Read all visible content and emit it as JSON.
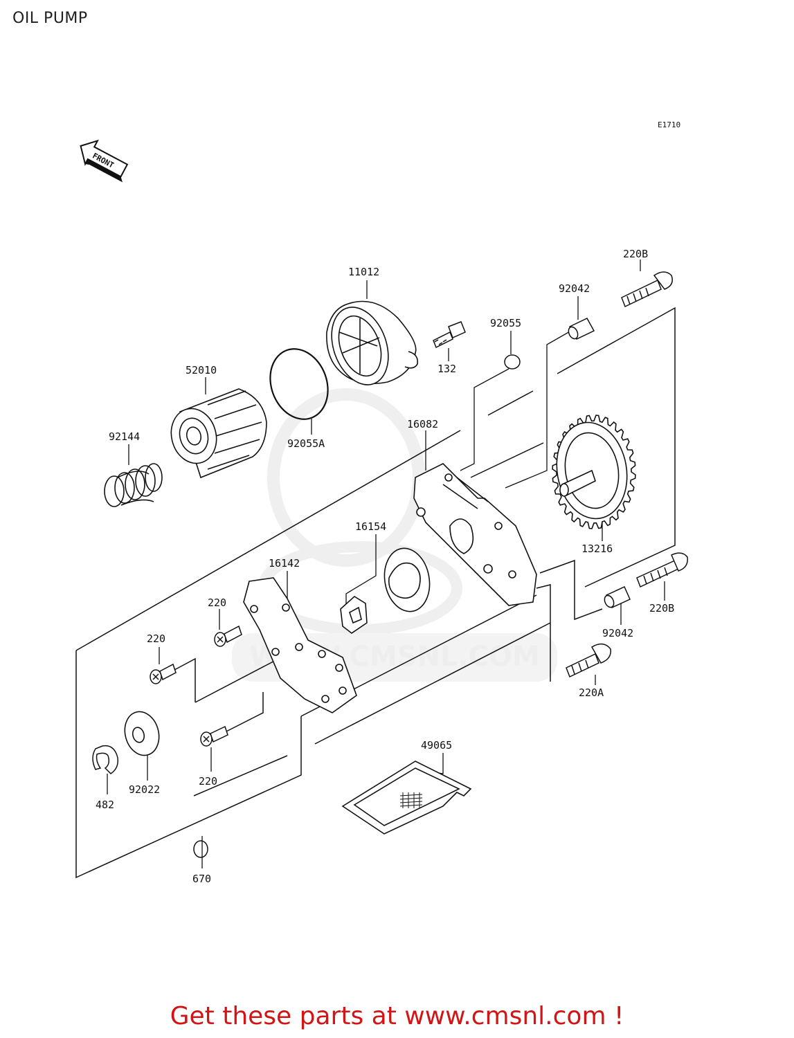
{
  "page": {
    "title": "OIL PUMP",
    "diagram_code": "E1710"
  },
  "front_badge": "FRONT",
  "watermark": "WWW.CMSNL.COM",
  "parts": [
    {
      "id": "11012",
      "label": "11012"
    },
    {
      "id": "52010",
      "label": "52010"
    },
    {
      "id": "92055A",
      "label": "92055A"
    },
    {
      "id": "92144",
      "label": "92144"
    },
    {
      "id": "132",
      "label": "132"
    },
    {
      "id": "92055",
      "label": "92055"
    },
    {
      "id": "92042-top",
      "label": "92042"
    },
    {
      "id": "220B-top",
      "label": "220B"
    },
    {
      "id": "16082",
      "label": "16082"
    },
    {
      "id": "13216",
      "label": "13216"
    },
    {
      "id": "16154",
      "label": "16154"
    },
    {
      "id": "16142",
      "label": "16142"
    },
    {
      "id": "220-a",
      "label": "220"
    },
    {
      "id": "220-b",
      "label": "220"
    },
    {
      "id": "220-c",
      "label": "220"
    },
    {
      "id": "220B-bottom",
      "label": "220B"
    },
    {
      "id": "92042-bottom",
      "label": "92042"
    },
    {
      "id": "220A",
      "label": "220A"
    },
    {
      "id": "49065",
      "label": "49065"
    },
    {
      "id": "482",
      "label": "482"
    },
    {
      "id": "92022",
      "label": "92022"
    },
    {
      "id": "670",
      "label": "670"
    }
  ],
  "footer": {
    "text": "Get these parts at www.cmsnl.com !"
  },
  "colors": {
    "ink": "#111111",
    "footer": "#d21414",
    "watermark": "#eeeeee"
  }
}
